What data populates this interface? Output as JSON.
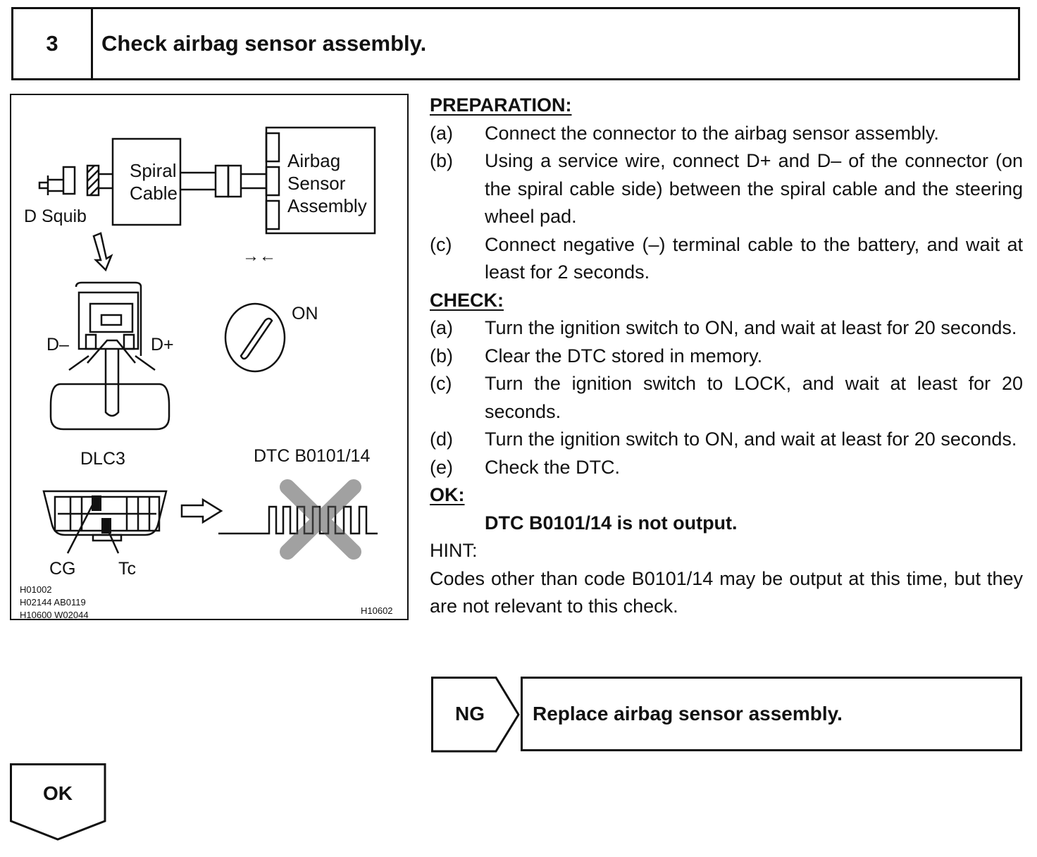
{
  "header": {
    "step_number": "3",
    "title": "Check airbag sensor assembly."
  },
  "figure": {
    "labels": {
      "d_squib": "D Squib",
      "spiral_line1": "Spiral",
      "spiral_line2": "Cable",
      "sensor_line1": "Airbag",
      "sensor_line2": "Sensor",
      "sensor_line3": "Assembly",
      "arrows": "→←",
      "on": "ON",
      "d_minus": "D–",
      "d_plus": "D+",
      "dlc3": "DLC3",
      "dtc": "DTC B0101/14",
      "cg": "CG",
      "tc": "Tc",
      "ref1": "H01002",
      "ref2": "H02144 AB0119",
      "ref3": "H10600 W02044",
      "ref4": "H10602"
    }
  },
  "preparation": {
    "heading": "PREPARATION:",
    "items": [
      {
        "label": "(a)",
        "text": "Connect the connector to the airbag sensor assembly."
      },
      {
        "label": "(b)",
        "text": "Using a service wire, connect D+ and D– of the connector (on the spiral cable side) between the spiral cable and the steering wheel pad."
      },
      {
        "label": "(c)",
        "text": "Connect negative (–) terminal cable to the battery, and wait at least for 2 seconds."
      }
    ]
  },
  "check": {
    "heading": "CHECK:",
    "items": [
      {
        "label": "(a)",
        "text": "Turn the ignition switch to ON, and wait at least for 20 seconds."
      },
      {
        "label": "(b)",
        "text": "Clear the DTC stored in memory."
      },
      {
        "label": "(c)",
        "text": "Turn the ignition switch to LOCK, and wait at least for 20 seconds."
      },
      {
        "label": "(d)",
        "text": "Turn the ignition switch to ON, and wait at least for 20 seconds."
      },
      {
        "label": "(e)",
        "text": "Check the DTC."
      }
    ]
  },
  "ok": {
    "heading": "OK:",
    "criterion": "DTC B0101/14 is not output."
  },
  "hint": {
    "heading": "HINT:",
    "text": "Codes other than code B0101/14 may be output at this time, but they are not relevant to this check."
  },
  "ng": {
    "label": "NG",
    "action": "Replace airbag sensor assembly."
  },
  "ok_branch": {
    "label": "OK"
  }
}
